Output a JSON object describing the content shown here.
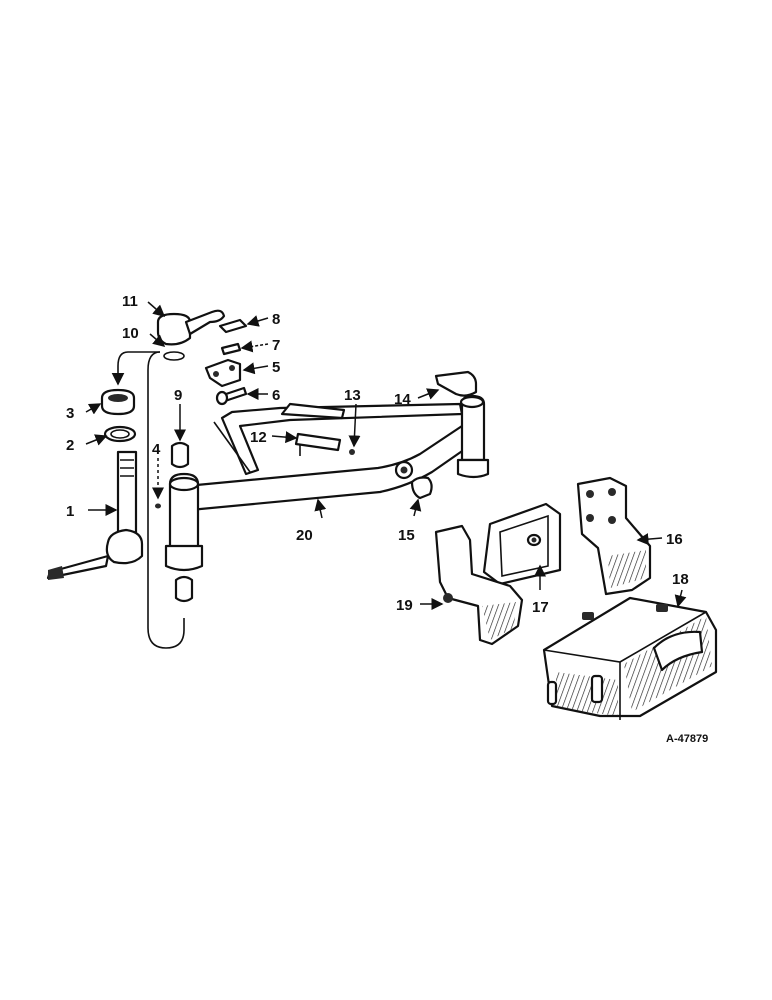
{
  "callouts": [
    "1",
    "2",
    "3",
    "4",
    "5",
    "6",
    "7",
    "8",
    "9",
    "10",
    "11",
    "12",
    "13",
    "14",
    "15",
    "16",
    "17",
    "18",
    "19",
    "20"
  ],
  "reference": "A-47879",
  "colors": {
    "ink": "#111111",
    "background": "#ffffff"
  }
}
